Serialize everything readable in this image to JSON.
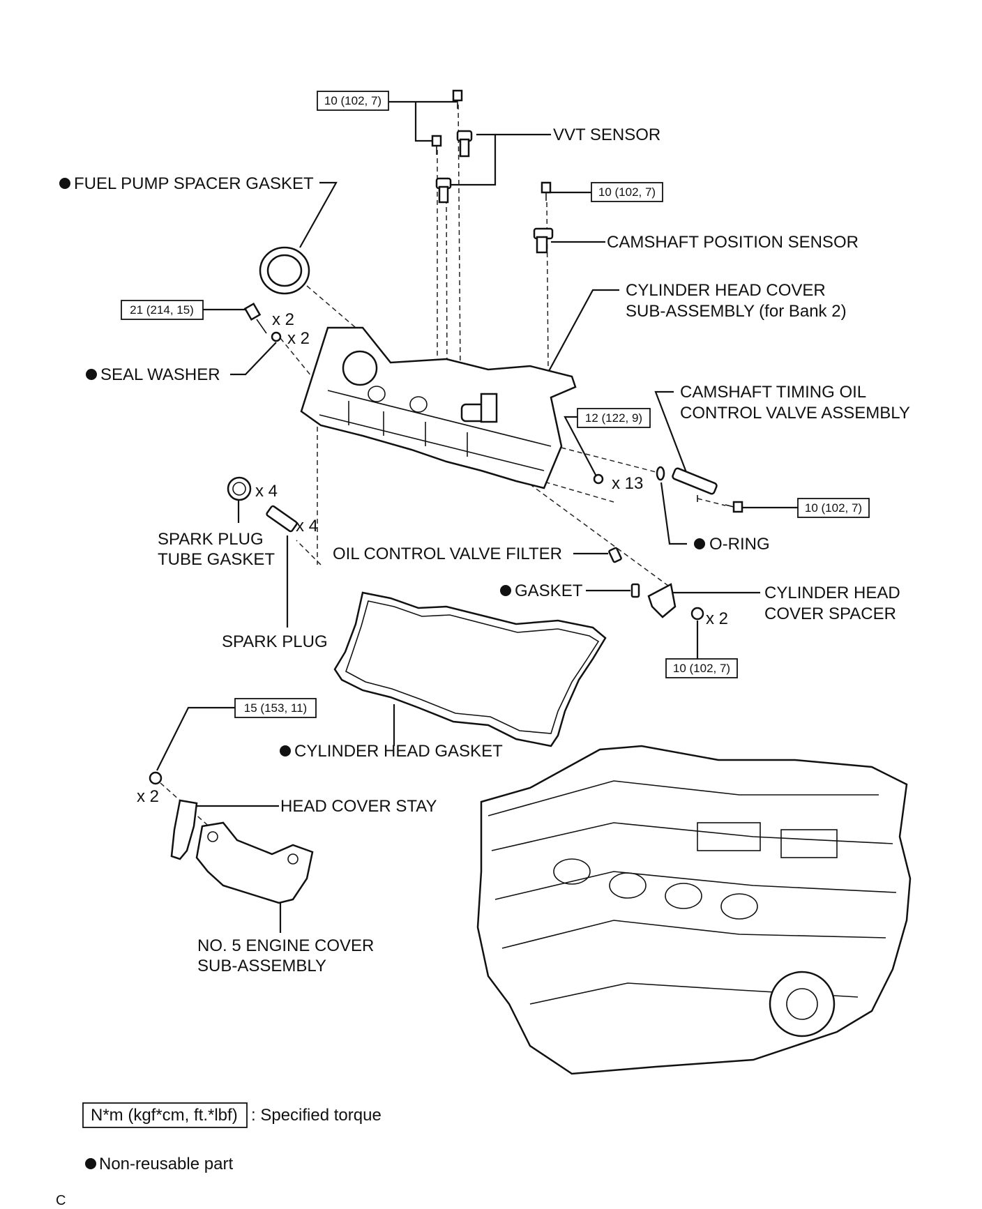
{
  "labels": {
    "fuel_pump_spacer_gasket": "FUEL PUMP SPACER GASKET",
    "vvt_sensor": "VVT SENSOR",
    "camshaft_position_sensor": "CAMSHAFT POSITION SENSOR",
    "cylinder_head_cover_line1": "CYLINDER HEAD COVER",
    "cylinder_head_cover_line2": "SUB-ASSEMBLY (for Bank 2)",
    "seal_washer": "SEAL WASHER",
    "camshaft_timing_line1": "CAMSHAFT TIMING OIL",
    "camshaft_timing_line2": "CONTROL VALVE ASSEMBLY",
    "spark_plug_tube_gasket_line1": "SPARK PLUG",
    "spark_plug_tube_gasket_line2": "TUBE GASKET",
    "oil_control_valve_filter": "OIL CONTROL VALVE FILTER",
    "o_ring": "O-RING",
    "gasket": "GASKET",
    "cylinder_head_cover_spacer_line1": "CYLINDER HEAD",
    "cylinder_head_cover_spacer_line2": "COVER SPACER",
    "spark_plug": "SPARK PLUG",
    "cylinder_head_gasket": "CYLINDER HEAD GASKET",
    "head_cover_stay": "HEAD COVER STAY",
    "no5_engine_cover_line1": "NO. 5 ENGINE COVER",
    "no5_engine_cover_line2": "SUB-ASSEMBLY"
  },
  "torques": {
    "vvt_bolt": "10 (102, 7)",
    "cam_pos_bolt": "10 (102, 7)",
    "stud_bolt": "21 (214, 15)",
    "cover_bolts": "12 (122, 9)",
    "ocv_bolt": "10 (102, 7)",
    "spacer_bolts": "10 (102, 7)",
    "stay_bolt": "15 (153, 11)"
  },
  "quantities": {
    "stud": "x 2",
    "washer": "x 2",
    "cover_bolts": "x 13",
    "tube_gasket": "x 4",
    "spark_plug": "x 4",
    "spacer_bolts": "x 2",
    "stay_bolt": "x 2"
  },
  "legend": {
    "torque_key": "N*m (kgf*cm, ft.*lbf)",
    "torque_desc": ": Specified torque",
    "non_reusable": "Non-reusable part"
  },
  "corner_mark": "C"
}
